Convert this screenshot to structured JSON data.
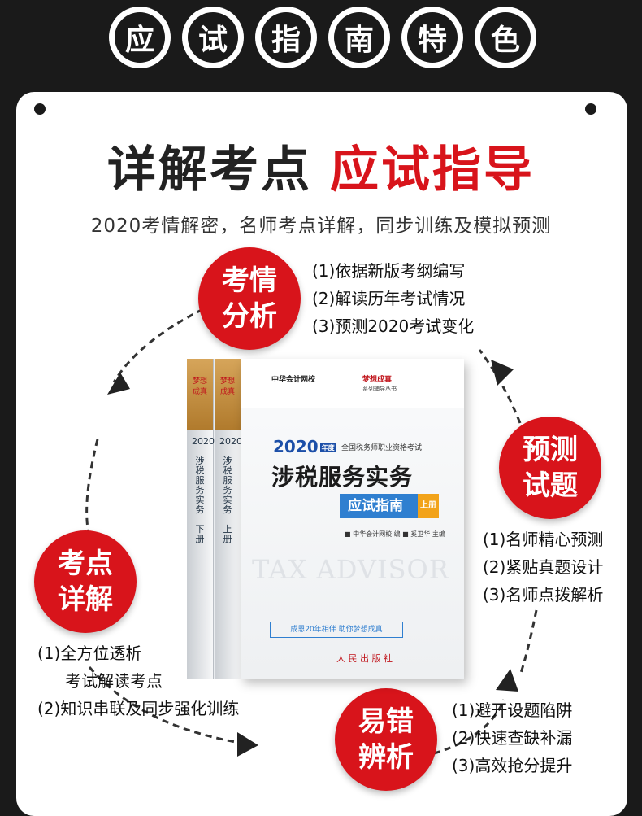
{
  "header": {
    "chars": [
      "应",
      "试",
      "指",
      "南",
      "特",
      "色"
    ]
  },
  "title": {
    "black": "详解考点",
    "red": "应试指导"
  },
  "subtitle": "2020考情解密，名师考点详解，同步训练及模拟预测",
  "bubbles": {
    "analysis": {
      "line1": "考情",
      "line2": "分析"
    },
    "predict": {
      "line1": "预测",
      "line2": "试题"
    },
    "points": {
      "line1": "考点",
      "line2": "详解"
    },
    "errors": {
      "line1": "易错",
      "line2": "辨析"
    }
  },
  "lists": {
    "analysis": [
      "(1)依据新版考纲编写",
      "(2)解读历年考试情况",
      "(3)预测2020考试变化"
    ],
    "predict": [
      "(1)名师精心预测",
      "(2)紧贴真题设计",
      "(3)名师点拨解析"
    ],
    "points": [
      "(1)全方位透析",
      "考试解读考点",
      "(2)知识串联及同步强化训练"
    ],
    "errors": [
      "(1)避开设题陷阱",
      "(2)快速查缺补漏",
      "(3)高效抢分提升"
    ]
  },
  "book": {
    "school": "中华会计网校",
    "series": "梦想成真",
    "series_sub": "系列辅导丛书",
    "year": "2020",
    "year_tag": "年度",
    "exam": "全国税务师职业资格考试",
    "name": "涉税服务实务",
    "guide": "应试指南",
    "volume_front": "上册",
    "author": "■ 中华会计网校 编   ■ 奚卫华 主编",
    "watermark": "TAX ADVISOR",
    "slogan": "成恩20年相伴  助你梦想成真",
    "publisher": "人 民 出 版 社",
    "spine_back_vol": "下册",
    "spine_front_vol": "上册"
  },
  "colors": {
    "red": "#d8141b",
    "dark": "#1a1a1a",
    "blue": "#2f7fd0"
  }
}
